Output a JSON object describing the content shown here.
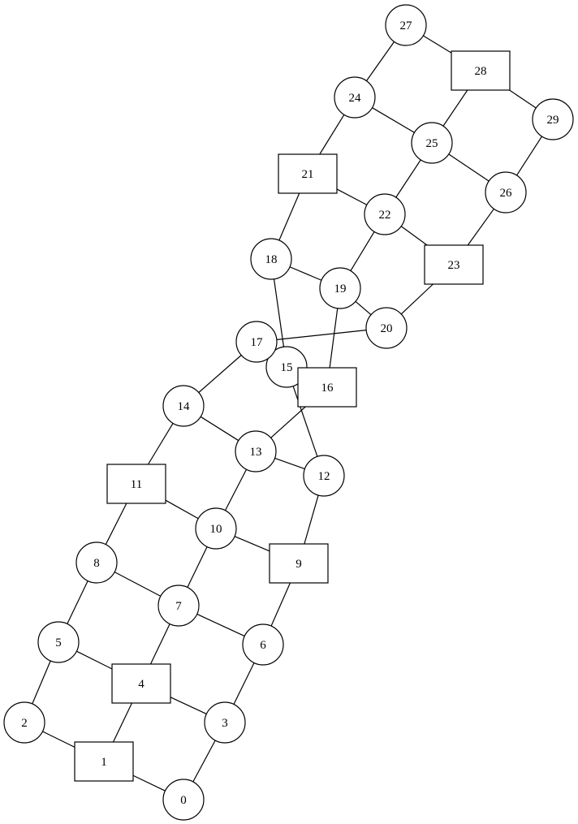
{
  "graph": {
    "nodes": [
      {
        "id": "0",
        "label": "0",
        "shape": "circle"
      },
      {
        "id": "1",
        "label": "1",
        "shape": "box"
      },
      {
        "id": "2",
        "label": "2",
        "shape": "circle"
      },
      {
        "id": "3",
        "label": "3",
        "shape": "circle"
      },
      {
        "id": "4",
        "label": "4",
        "shape": "box"
      },
      {
        "id": "5",
        "label": "5",
        "shape": "circle"
      },
      {
        "id": "6",
        "label": "6",
        "shape": "circle"
      },
      {
        "id": "7",
        "label": "7",
        "shape": "circle"
      },
      {
        "id": "8",
        "label": "8",
        "shape": "circle"
      },
      {
        "id": "9",
        "label": "9",
        "shape": "box"
      },
      {
        "id": "10",
        "label": "10",
        "shape": "circle"
      },
      {
        "id": "11",
        "label": "11",
        "shape": "box"
      },
      {
        "id": "12",
        "label": "12",
        "shape": "circle"
      },
      {
        "id": "13",
        "label": "13",
        "shape": "circle"
      },
      {
        "id": "14",
        "label": "14",
        "shape": "circle"
      },
      {
        "id": "15",
        "label": "15",
        "shape": "circle"
      },
      {
        "id": "16",
        "label": "16",
        "shape": "box"
      },
      {
        "id": "17",
        "label": "17",
        "shape": "circle"
      },
      {
        "id": "18",
        "label": "18",
        "shape": "circle"
      },
      {
        "id": "19",
        "label": "19",
        "shape": "circle"
      },
      {
        "id": "20",
        "label": "20",
        "shape": "circle"
      },
      {
        "id": "21",
        "label": "21",
        "shape": "box"
      },
      {
        "id": "22",
        "label": "22",
        "shape": "circle"
      },
      {
        "id": "23",
        "label": "23",
        "shape": "box"
      },
      {
        "id": "24",
        "label": "24",
        "shape": "circle"
      },
      {
        "id": "25",
        "label": "25",
        "shape": "circle"
      },
      {
        "id": "26",
        "label": "26",
        "shape": "circle"
      },
      {
        "id": "27",
        "label": "27",
        "shape": "circle"
      },
      {
        "id": "28",
        "label": "28",
        "shape": "box"
      },
      {
        "id": "29",
        "label": "29",
        "shape": "circle"
      }
    ],
    "edges": [
      [
        "0",
        "1"
      ],
      [
        "0",
        "3"
      ],
      [
        "1",
        "2"
      ],
      [
        "1",
        "4"
      ],
      [
        "2",
        "5"
      ],
      [
        "3",
        "4"
      ],
      [
        "3",
        "6"
      ],
      [
        "4",
        "5"
      ],
      [
        "4",
        "7"
      ],
      [
        "5",
        "8"
      ],
      [
        "6",
        "7"
      ],
      [
        "6",
        "9"
      ],
      [
        "7",
        "8"
      ],
      [
        "7",
        "10"
      ],
      [
        "8",
        "11"
      ],
      [
        "9",
        "10"
      ],
      [
        "9",
        "12"
      ],
      [
        "10",
        "11"
      ],
      [
        "10",
        "13"
      ],
      [
        "11",
        "14"
      ],
      [
        "12",
        "13"
      ],
      [
        "12",
        "15"
      ],
      [
        "13",
        "14"
      ],
      [
        "13",
        "16"
      ],
      [
        "14",
        "17"
      ],
      [
        "15",
        "17"
      ],
      [
        "15",
        "18"
      ],
      [
        "16",
        "19"
      ],
      [
        "17",
        "20"
      ],
      [
        "18",
        "19"
      ],
      [
        "18",
        "21"
      ],
      [
        "19",
        "20"
      ],
      [
        "19",
        "22"
      ],
      [
        "20",
        "23"
      ],
      [
        "21",
        "22"
      ],
      [
        "21",
        "24"
      ],
      [
        "22",
        "23"
      ],
      [
        "22",
        "25"
      ],
      [
        "23",
        "26"
      ],
      [
        "24",
        "25"
      ],
      [
        "24",
        "27"
      ],
      [
        "25",
        "26"
      ],
      [
        "25",
        "28"
      ],
      [
        "26",
        "29"
      ],
      [
        "27",
        "28"
      ],
      [
        "28",
        "29"
      ]
    ]
  }
}
